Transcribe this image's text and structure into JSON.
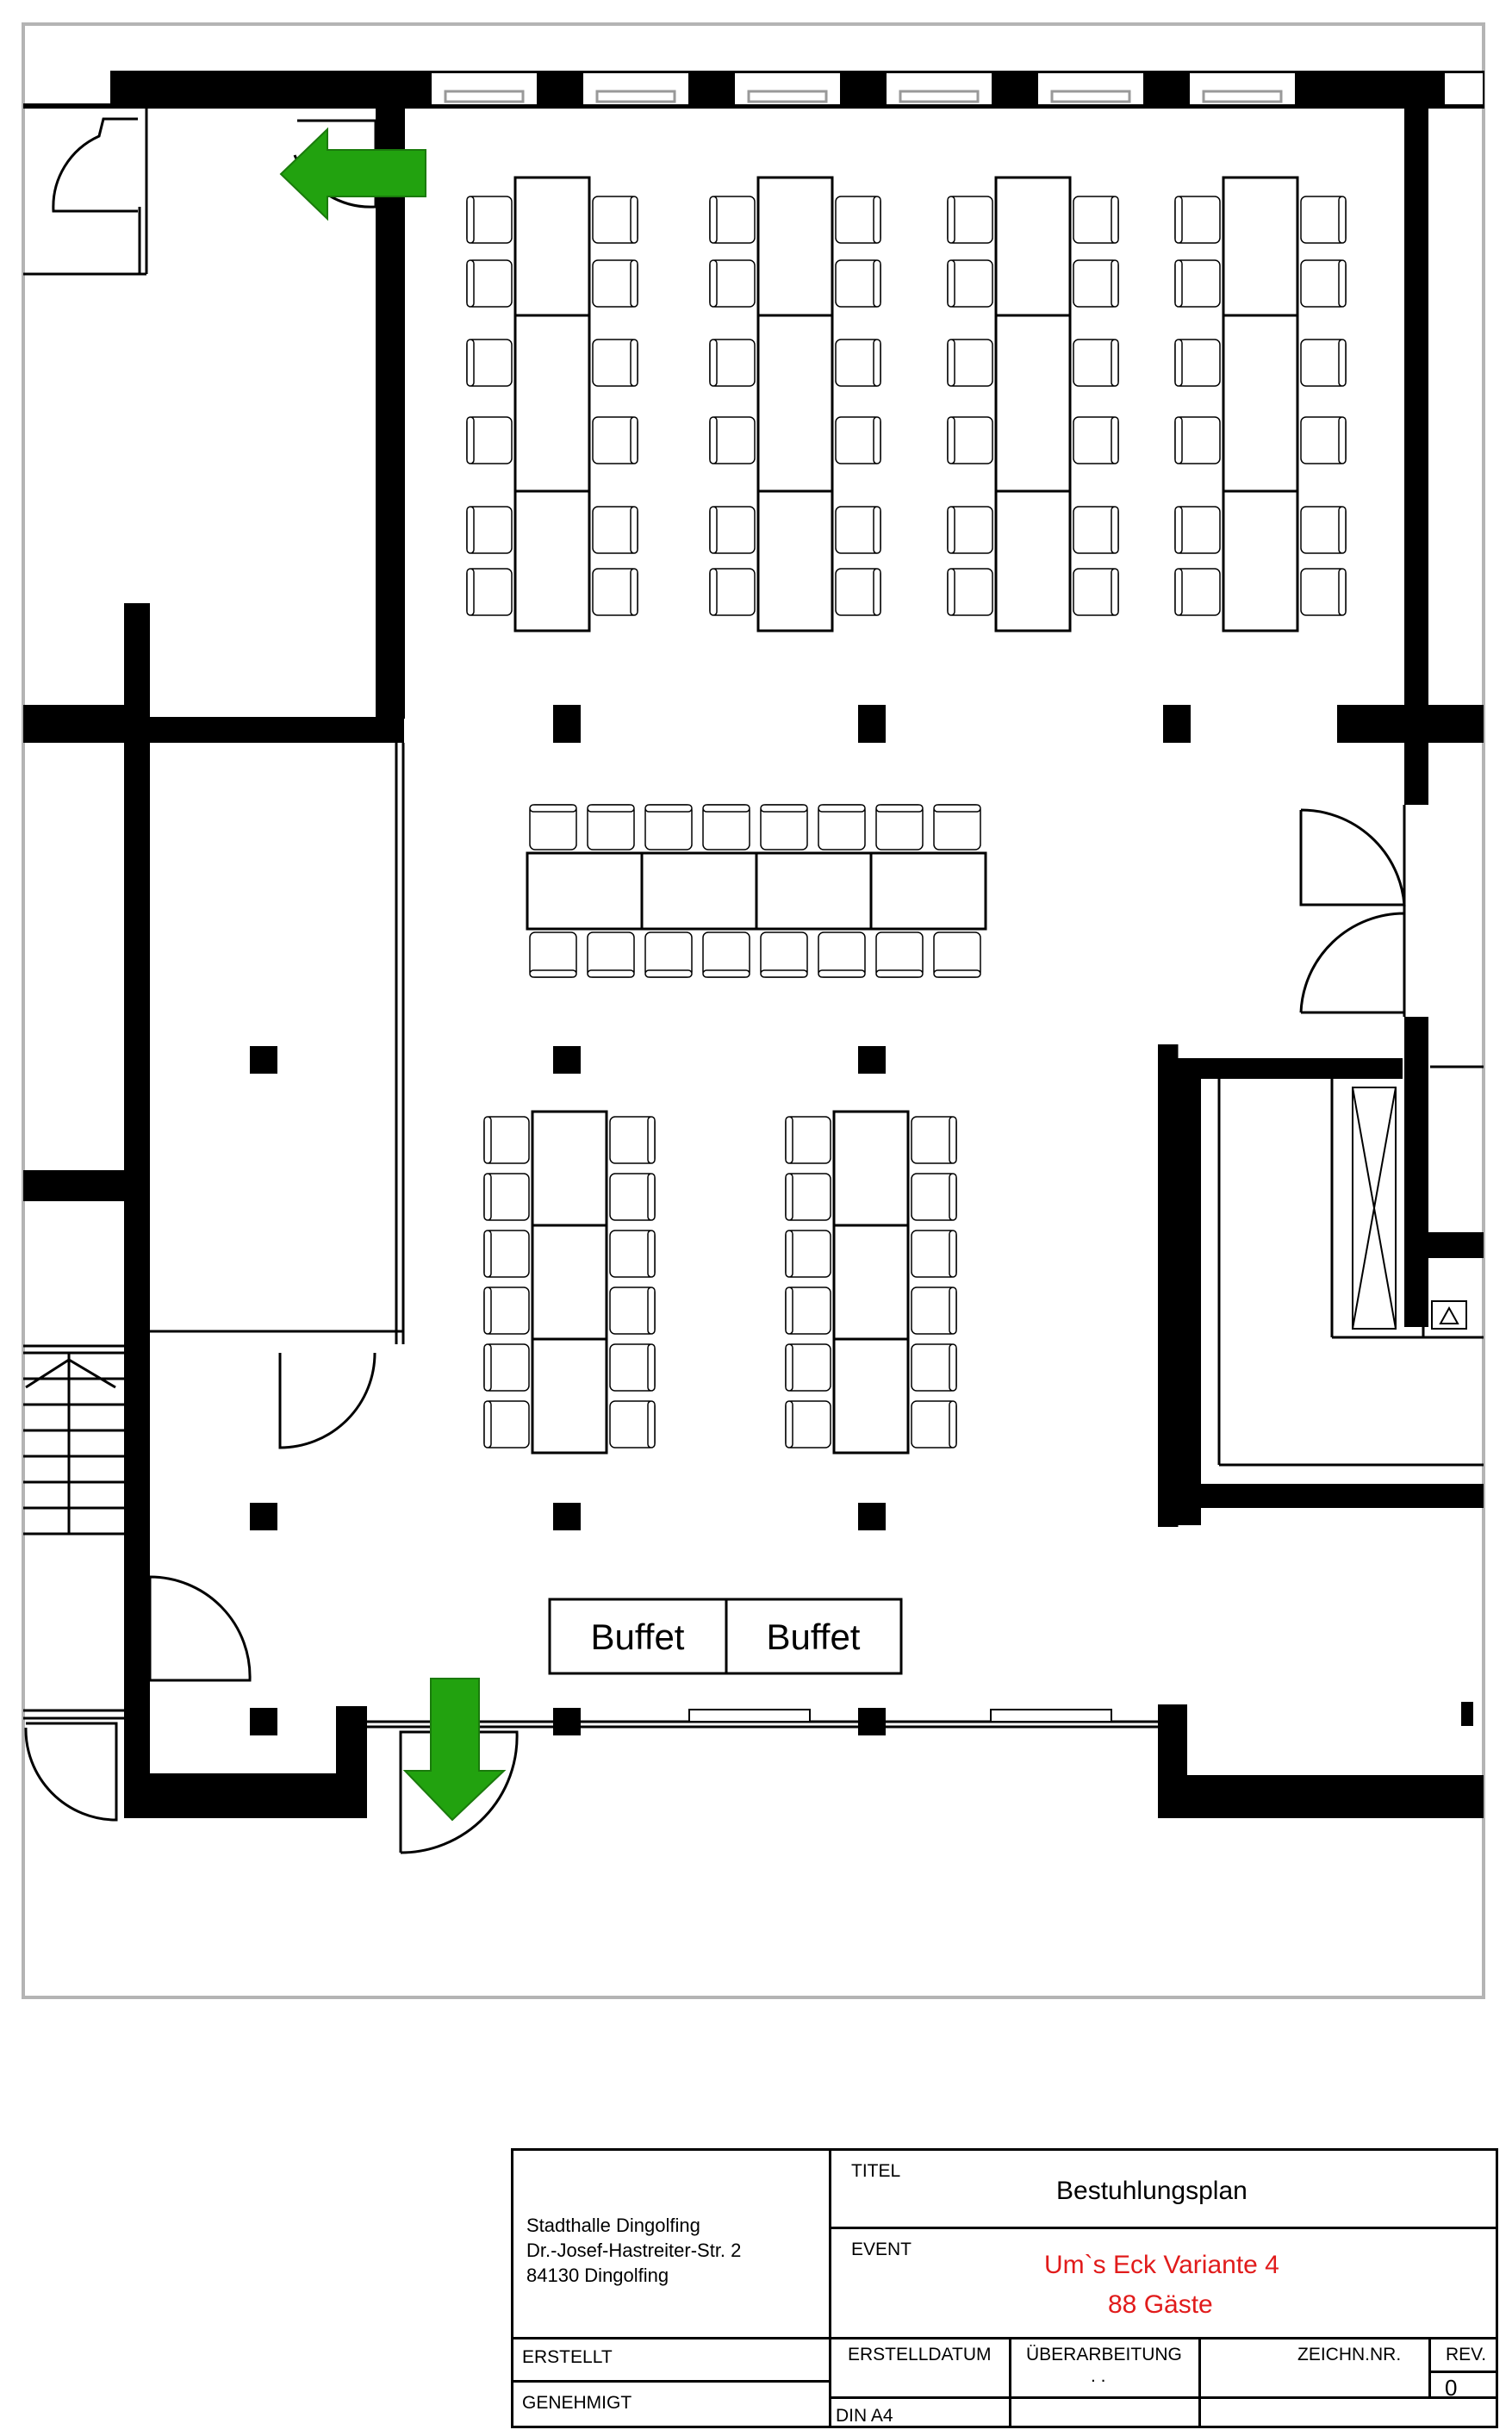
{
  "plan": {
    "buffet_labels": [
      "Buffet",
      "Buffet"
    ],
    "colors": {
      "wall": "#000000",
      "exit_arrow": "#22a20f",
      "border": "#b4b4b4",
      "accent": "#e11b1b"
    },
    "exit_arrows": [
      {
        "direction": "left",
        "icon": "exit-arrow-left-icon"
      },
      {
        "direction": "down",
        "icon": "exit-arrow-down-icon"
      }
    ],
    "seating": {
      "top_long_tables": 4,
      "chairs_per_top_table": 12,
      "middle_banquet_chairs": 16,
      "lower_long_tables": 2,
      "chairs_per_lower_table": 12
    }
  },
  "titleblock": {
    "address": [
      "Stadthalle Dingolfing",
      "Dr.-Josef-Hastreiter-Str. 2",
      "84130 Dingolfing"
    ],
    "erstellt_label": "ERSTELLT",
    "genehmigt_label": "GENEHMIGT",
    "titel_label": "TITEL",
    "title": "Bestuhlungsplan",
    "event_label": "EVENT",
    "event_lines": [
      "Um`s Eck Variante 4",
      "88 Gäste"
    ],
    "erstelldatum_label": "ERSTELLDATUM",
    "ueberarbeitung_label": "ÜBERARBEITUNG",
    "ueberarbeitung_value": ". .",
    "zeichnr_label": "ZEICHN.NR.",
    "rev_label": "REV.",
    "rev_value": "0",
    "format": "DIN A4"
  }
}
